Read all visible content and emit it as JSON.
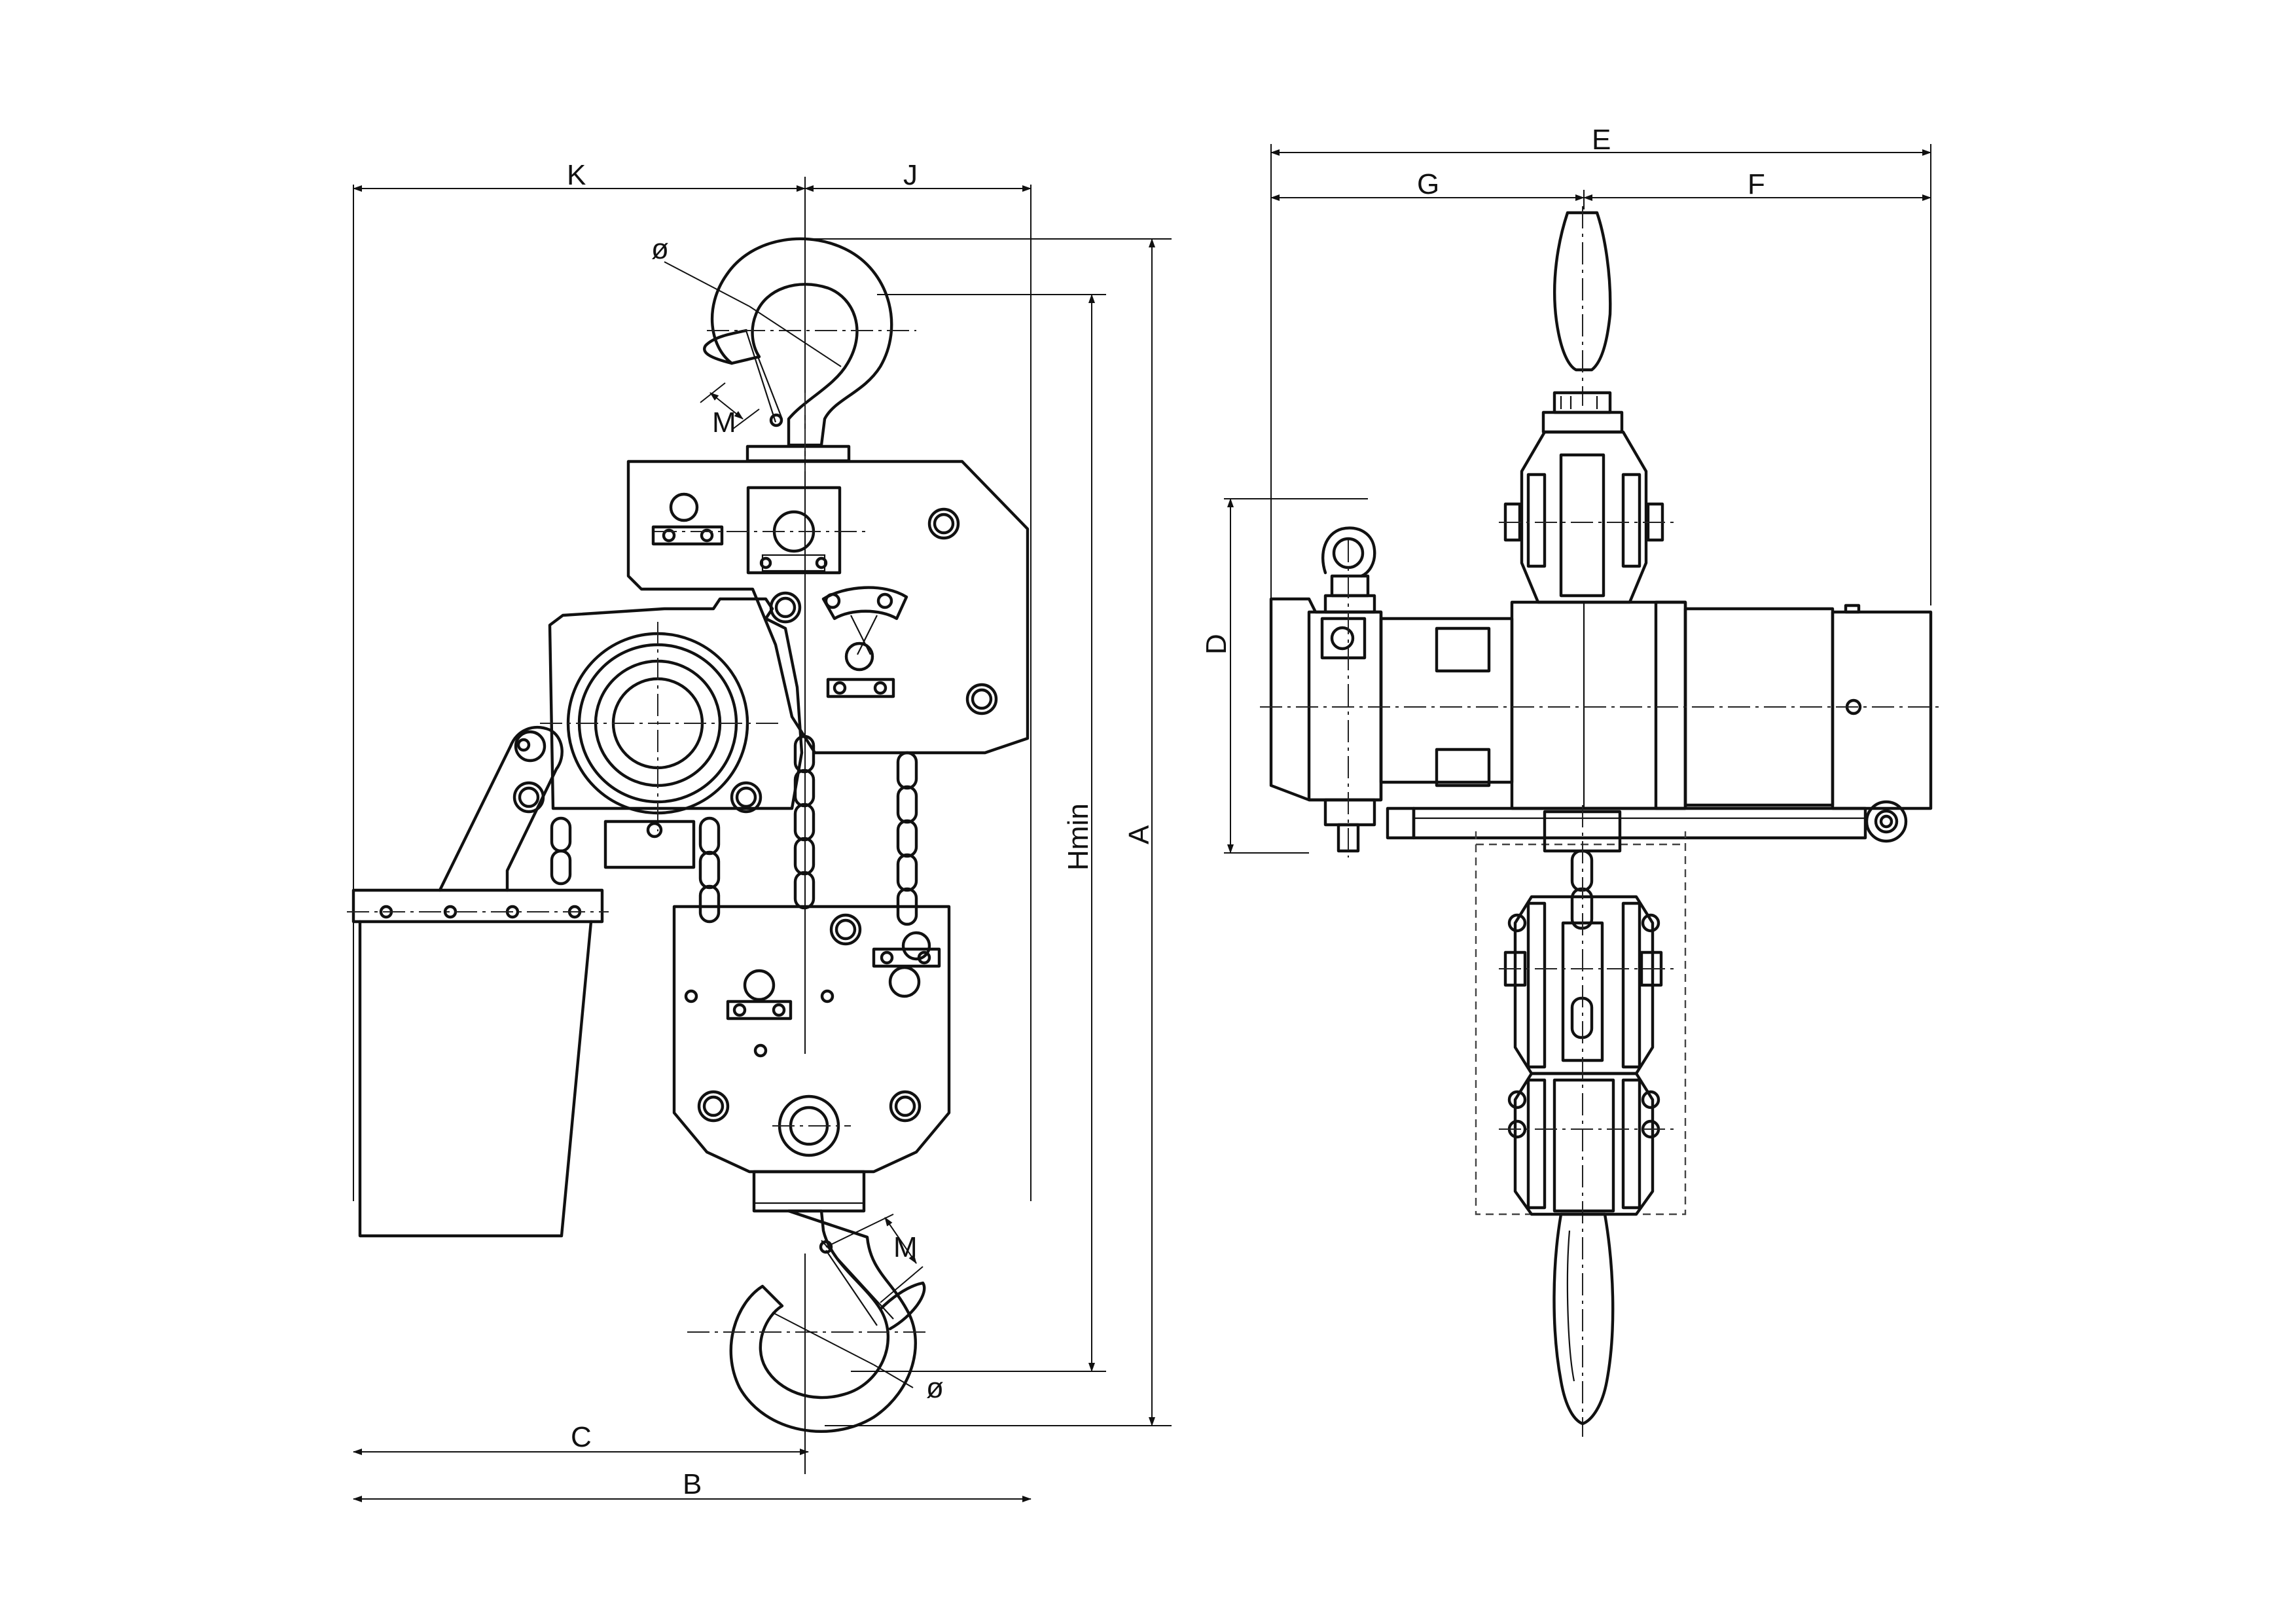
{
  "dimension_labels": {
    "K": "K",
    "J": "J",
    "A": "A",
    "Hmin": "Hmin",
    "C": "C",
    "B": "B",
    "E": "E",
    "G": "G",
    "F": "F",
    "D": "D",
    "M_top": "M",
    "M_bottom": "M",
    "phi_top": "ø",
    "phi_bottom": "ø"
  }
}
